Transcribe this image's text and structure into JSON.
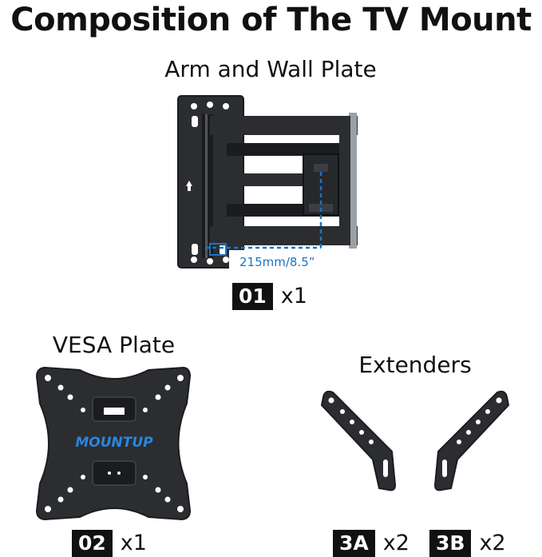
{
  "title": "Composition of The TV Mount",
  "parts": {
    "arm": {
      "heading": "Arm and Wall Plate",
      "dimension": "215mm/8.5”",
      "code": "01",
      "qty": "x1"
    },
    "vesa": {
      "heading": "VESA Plate",
      "logo_text": "MOUNTUP",
      "code": "02",
      "qty": "x1"
    },
    "extenders": {
      "heading": "Extenders",
      "code_a": "3A",
      "qty_a": "x2",
      "code_b": "3B",
      "qty_b": "x2"
    }
  },
  "colors": {
    "metal": "#2b2d31",
    "metal_dark": "#1b1c1f",
    "badge_bg": "#111111",
    "dimension": "#1a73c8",
    "logo": "#2a86e0"
  }
}
